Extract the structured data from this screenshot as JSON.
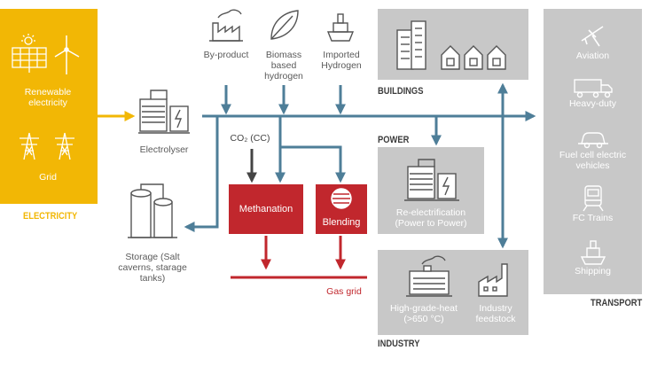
{
  "colors": {
    "electricity_yellow": "#f2b705",
    "flow_blue": "#4e7e98",
    "hydrogen_red": "#c1272d",
    "panel_grey": "#c8c8c8",
    "header_text": "#3c3c3c"
  },
  "electricity": {
    "renewable_label": "Renewable electricity",
    "grid_label": "Grid",
    "section_label": "ELECTRICITY",
    "icons": [
      "solar-panel-icon",
      "wind-turbine-icon",
      "power-pylon-icon"
    ]
  },
  "sources": {
    "byproduct": "By-product",
    "biomass": "Biomass based hydrogen",
    "imported": "Imported Hydrogen"
  },
  "electrolyser_label": "Electrolyser",
  "storage_label": "Storage (Salt caverns, starage tanks)",
  "co2_label": "CO₂ (CC)",
  "methanation_label": "Methanation",
  "blending_label": "Blending",
  "gas_grid_label": "Gas grid",
  "buildings_label": "BUILDINGS",
  "power": {
    "section_label": "POWER",
    "reelectrification_label": "Re-electrification (Power to Power)"
  },
  "industry": {
    "section_label": "INDUSTRY",
    "heat_label": "High-grade-heat (>650 °C)",
    "feedstock_label": "Industry feedstock"
  },
  "transport": {
    "section_label": "TRANSPORT",
    "items": [
      "Aviation",
      "Heavy-duty",
      "Fuel cell electric vehicles",
      "FC Trains",
      "Shipping"
    ]
  }
}
